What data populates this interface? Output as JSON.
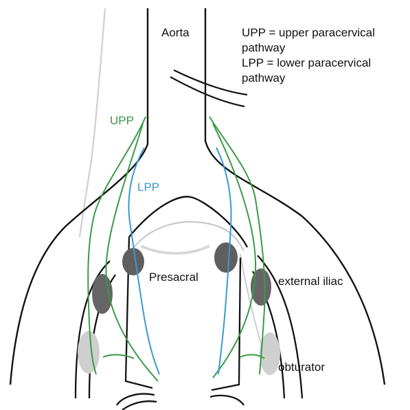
{
  "labels": {
    "aorta": "Aorta",
    "upp": "UPP",
    "lpp": "LPP",
    "presacral": "Presacral",
    "external_iliac": "external iliac",
    "obturator": "obturator"
  },
  "legend": {
    "line1": "UPP = upper paracervical",
    "line2": "pathway",
    "line3": "LPP = lower paracervical",
    "line4": "pathway"
  },
  "colors": {
    "vessel": "#111111",
    "upper_pathway": "#3a9a45",
    "lower_pathway": "#3a98cf",
    "node_dark": "#616161",
    "node_light": "#c8c8c8",
    "background_line": "#c9c9c9"
  }
}
